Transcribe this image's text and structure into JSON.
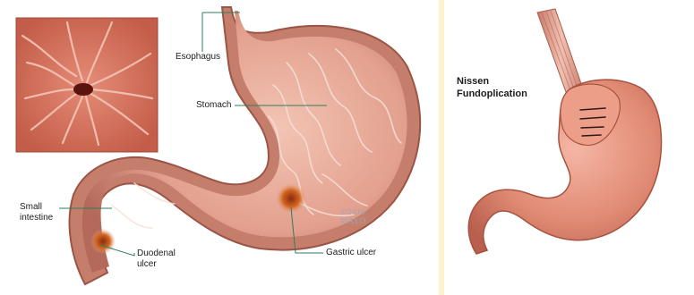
{
  "left_panel": {
    "labels": {
      "esophagus": "Esophagus",
      "stomach": "Stomach",
      "small_intestine": "Small\nintestine",
      "duodenal_ulcer": "Duodenal\nulcer",
      "gastric_ulcer": "Gastric ulcer"
    },
    "watermark": "©2016\nMAYO"
  },
  "right_panel": {
    "title": "Nissen\nFundoplication"
  },
  "colors": {
    "background": "#fbf3c9",
    "leader_line": "#2e7d5b",
    "stomach_flesh": "#d7826f",
    "stomach_outline": "#b85f4d"
  }
}
